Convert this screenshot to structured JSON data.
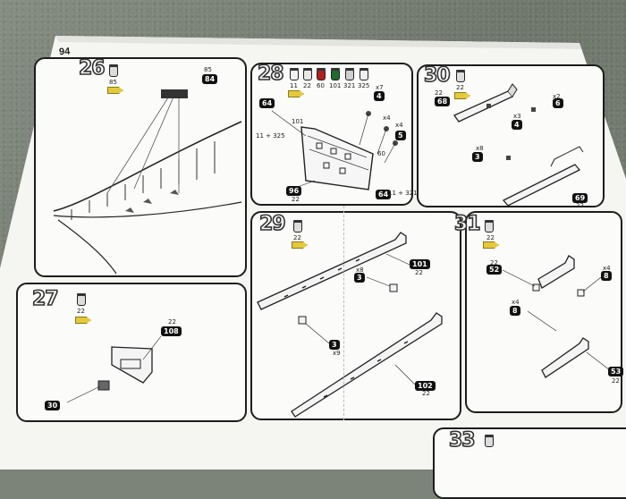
{
  "page_number": "94",
  "steps": {
    "s26": {
      "number": "26",
      "paint": [
        "85"
      ],
      "brush": "85",
      "codes": [
        "85",
        "84"
      ]
    },
    "s27": {
      "number": "27",
      "paint": [
        "22"
      ],
      "brush": "22",
      "codes": [
        "22",
        "108",
        "30"
      ]
    },
    "s28": {
      "number": "28",
      "paints": [
        "11",
        "22",
        "60",
        "101",
        "321",
        "325"
      ],
      "paint_colors": [
        "#f2f2f2",
        "#e8e8e8",
        "#b21f1f",
        "#1f6b2a",
        "#cfcfcf",
        "#f0f0f0"
      ],
      "labels": [
        "64",
        "101",
        "11 + 325",
        "x7",
        "4",
        "x4",
        "x4",
        "5",
        "60",
        "96",
        "22",
        "64",
        "11 + 321"
      ]
    },
    "s29": {
      "number": "29",
      "paint": [
        "22"
      ],
      "codes": [
        "101",
        "22",
        "x8",
        "3",
        "3",
        "x9",
        "102",
        "22"
      ]
    },
    "s30": {
      "number": "30",
      "paint": [
        "22"
      ],
      "codes": [
        "22",
        "68",
        "x2",
        "6",
        "x3",
        "4",
        "x8",
        "3",
        "69",
        "22"
      ]
    },
    "s31": {
      "number": "31",
      "paint": [
        "22"
      ],
      "codes": [
        "22",
        "52",
        "x4",
        "8",
        "x4",
        "8",
        "53",
        "22"
      ]
    },
    "s33": {
      "number": "33"
    }
  },
  "colors": {
    "brush": "#e6c93a",
    "frame": "#1c1c1c",
    "paper": "#f4f4f1"
  }
}
